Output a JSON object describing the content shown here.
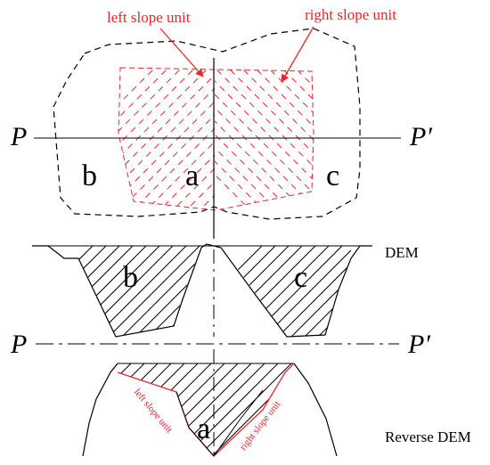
{
  "labels": {
    "left_slope_unit_top": "left slope unit",
    "right_slope_unit_top": "right slope unit",
    "p_left_top": "P",
    "p_right_top": "P′",
    "region_a_top": "a",
    "region_b_top": "b",
    "region_c_top": "c",
    "dem": "DEM",
    "region_b_mid": "b",
    "region_c_mid": "c",
    "p_left_bottom": "P",
    "p_right_bottom": "P′",
    "region_a_bottom": "a",
    "left_slope_unit_bottom": "left slope unit",
    "right_slope_unit_bottom": "right slope unit",
    "reverse_dem": "Reverse DEM"
  },
  "colors": {
    "ink": "#000000",
    "accent": "#e8262a"
  }
}
